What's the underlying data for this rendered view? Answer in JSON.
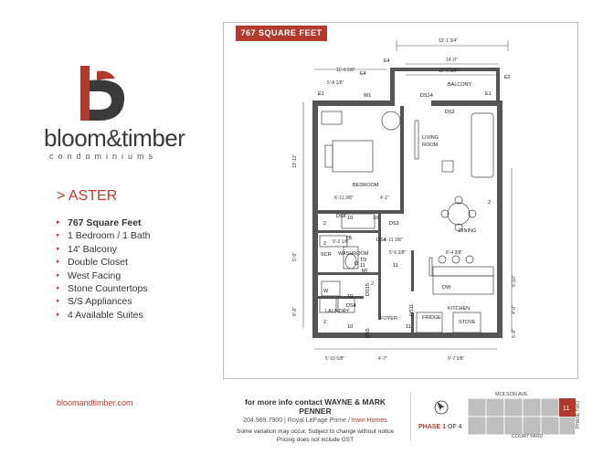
{
  "brand": {
    "name": "bloom&timber",
    "sub": "condominiums",
    "colors": {
      "accent": "#b03a2e",
      "dark": "#3a3a3a"
    }
  },
  "suite": {
    "title": "> ASTER",
    "features": [
      "767 Square Feet",
      "1 Bedroom / 1 Bath",
      "14' Balcony",
      "Double Closet",
      "West Facing",
      "Stone Countertops",
      "S/S Appliances",
      "4 Available Suites"
    ]
  },
  "website": "bloomandtimber.com",
  "plan": {
    "badge": "767 SQUARE FEET",
    "rooms": {
      "balcony": "BALCONY",
      "living": "LIVING\nROOM",
      "living_l1": "LIVING",
      "living_l2": "ROOM",
      "bedroom": "BEDROOM",
      "washroom": "WASHROOM",
      "laundry": "LAUNDRY",
      "dining": "DINING",
      "kitchen": "KITCHEN",
      "foyer": "FOYER",
      "fridge": "FRIDGE",
      "stove": "STOVE",
      "dw": "DW"
    },
    "dims": {
      "d1": "13'-1 3/4\"",
      "d2": "14'-0\"",
      "d3": "12'-6 3/8\"",
      "d4": "11'-0 5/8\"",
      "d5": "5'-8 1/8\"",
      "d6": "13'-11\"",
      "d7": "5'-9\"",
      "d8": "8'-8\"",
      "d9": "6'-11 3/8\"",
      "d10": "4'-1\"",
      "d11": "9'-3 1/8\"",
      "d12": "1'-11 3/8\"",
      "d13": "5'-6 3/8\"",
      "d14": "8'-4 3/8\"",
      "d15": "5'-10 5/8\"",
      "d16": "4'-7\"",
      "d17": "9'-7 3/8\"",
      "d18": "5'-10\"",
      "d19": "4'-0\"",
      "d20": "5'-9\""
    },
    "tags": {
      "e1a": "E1",
      "e1b": "E1",
      "e2": "E2",
      "e4a": "E4",
      "e4b": "E4",
      "w1": "W1",
      "ds14": "DS14",
      "ds2": "DS2",
      "ds8": "DS8",
      "ds3": "DS3",
      "ds4a": "DS4",
      "ds4b": "DS4",
      "ds11": "DS11",
      "ds5": "DS5",
      "ds15": "DS15",
      "tb": "TB",
      "td": "TD",
      "scr": "SCR",
      "w": "W",
      "d": "D",
      "mi": "MI",
      "n2a": "2",
      "n2b": "2",
      "n2c": "2",
      "n2d": "2",
      "n2e": "2",
      "n10a": "10",
      "n10b": "10",
      "n10c": "10",
      "n10d": "10",
      "n11a": "11",
      "n11b": "11",
      "n11c": "11"
    }
  },
  "contact": {
    "line1": "for more info contact WAYNE & MARK PENNER",
    "phone": "204.989.7900",
    "agency": "Royal LePage Prime",
    "agency2": "Irwin Homes",
    "disclaimer1": "Some variation may occur. Subject to change without notice",
    "disclaimer2": "Pricing does not include GST"
  },
  "phase": {
    "label": "PHASE",
    "num": "1",
    "of": "OF 4"
  },
  "keyplan": {
    "top": "MOLSON AVE",
    "bottom": "COURTYARD",
    "side": "PHASE TWO",
    "side_arrow": "→",
    "highlight": "11",
    "highlight_color": "#b03a2e"
  }
}
